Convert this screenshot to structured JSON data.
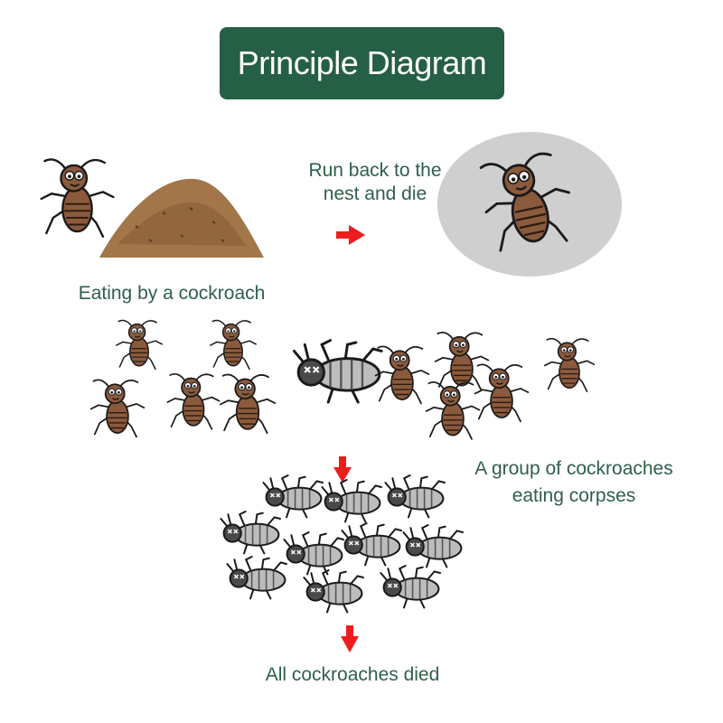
{
  "title": "Principle Diagram",
  "steps": {
    "eat": "Eating by a cockroach",
    "run_line1": "Run back to the",
    "run_line2": "nest and die",
    "group_line1": "A group of cockroaches",
    "group_line2": "eating corpses",
    "died": "All cockroaches died"
  },
  "colors": {
    "title_bg": "#255f45",
    "caption_text": "#2f5f4a",
    "arrow": "#ee1c1c",
    "cockroach": "#8b5a3c",
    "dead_cockroach": "#8a8a8a",
    "bait": "#a3764a"
  },
  "icons": [
    "cockroach-icon",
    "bait-pile-icon",
    "dead-cockroach-icon",
    "arrow-right-icon",
    "arrow-down-icon"
  ]
}
